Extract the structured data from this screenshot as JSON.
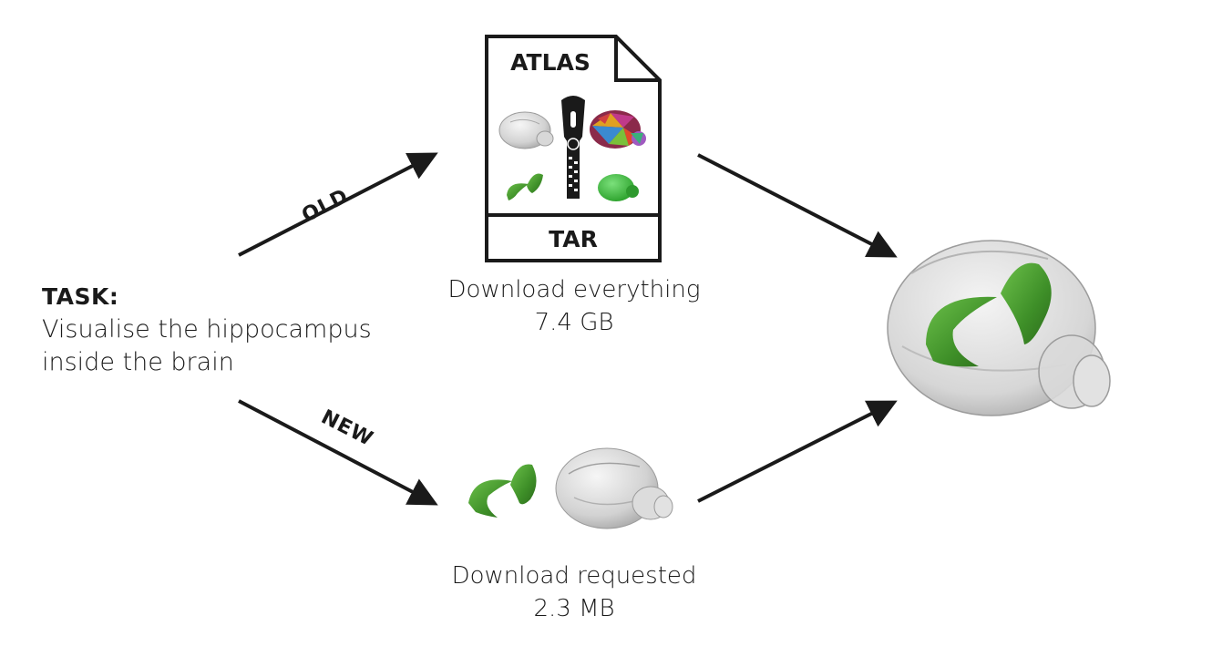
{
  "task": {
    "title": "TASK:",
    "line1": "Visualise the hippocampus",
    "line2": "inside the brain"
  },
  "old_path": {
    "arrow_label": "OLD",
    "file_header": "ATLAS",
    "file_footer": "TAR",
    "caption_line1": "Download everything",
    "caption_line2": "7.4 GB"
  },
  "new_path": {
    "arrow_label": "NEW",
    "caption_line1": "Download requested",
    "caption_line2": "2.3 MB"
  },
  "colors": {
    "ink": "#1a1a1a",
    "hippocampus_green": "#4a9a32",
    "brain_grey": "#d4d4d4",
    "root_green": "#3fbf3f"
  }
}
